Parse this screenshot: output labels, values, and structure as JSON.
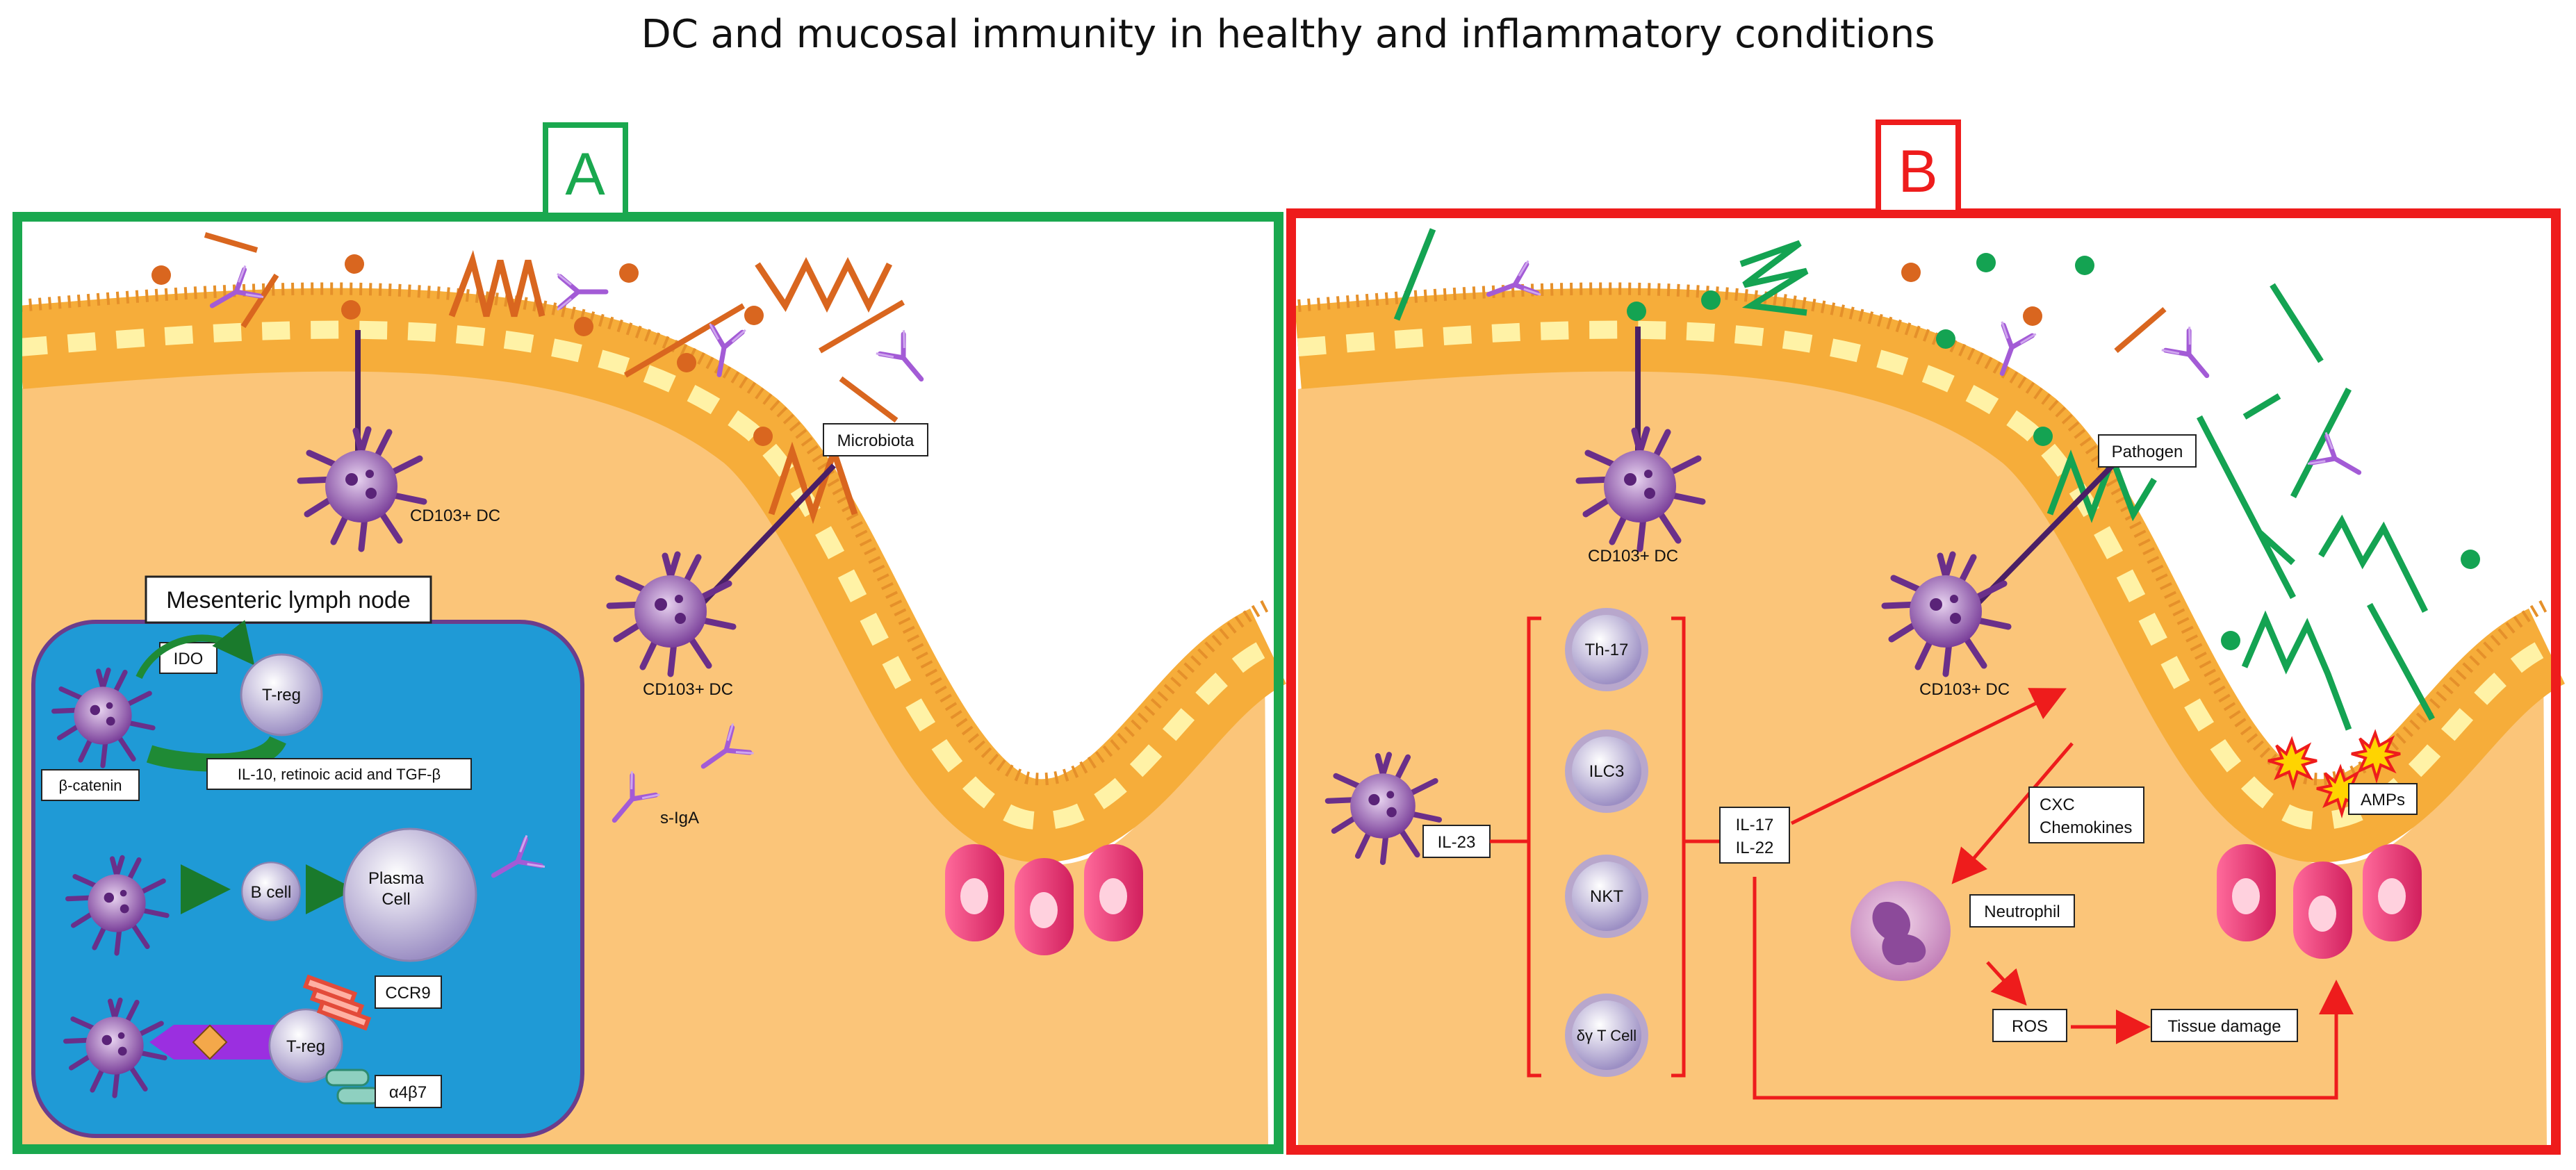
{
  "title": "DC and mucosal immunity in healthy and inflammatory conditions",
  "panels": {
    "a": {
      "letter": "A",
      "color": "#1aa84f",
      "microbiota_label": "Microbiota",
      "dc_label_1": "CD103+ DC",
      "dc_label_2": "CD103+ DC",
      "siga_label": "s-IgA",
      "lymph": {
        "title": "Mesenteric lymph node",
        "ido": "IDO",
        "treg_1": "T-reg",
        "cytokines": "IL-10, retinoic acid and TGF-β",
        "beta_catenin": "β-catenin",
        "bcell": "B cell",
        "plasma_line1": "Plasma",
        "plasma_line2": "Cell",
        "treg_2": "T-reg",
        "ccr9": "CCR9",
        "a4b7": "α4β7"
      }
    },
    "b": {
      "letter": "B",
      "color": "#ee1c1c",
      "pathogen_label": "Pathogen",
      "dc_label_1": "CD103+ DC",
      "dc_label_2": "CD103+ DC",
      "il23": "IL-23",
      "cells": [
        "Th-17",
        "ILC3",
        "NKT",
        "δγ T Cell"
      ],
      "il17_line1": "IL-17",
      "il17_line2": "IL-22",
      "cxc_line1": "CXC",
      "cxc_line2": "Chemokines",
      "amps": "AMPs",
      "neutrophil": "Neutrophil",
      "ros": "ROS",
      "tissue_damage": "Tissue damage"
    }
  },
  "colors": {
    "tissue": "#fbc579",
    "epithelium": "#f6ad3a",
    "nucleus": "#fff2a6",
    "dc": "#9a62b8",
    "lymph_bg": "#1f9ad6",
    "lymph_border": "#6b3d8c",
    "microbe_orange": "#d9661f",
    "microbe_green": "#14a352",
    "antibody": "#a35bd6",
    "paneth": "#e8386f",
    "arrow_red": "#ee1c1c"
  }
}
